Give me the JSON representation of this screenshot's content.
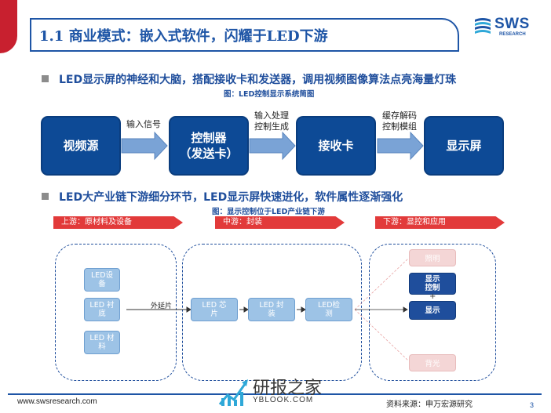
{
  "header": {
    "title": "1.1 商业模式：嵌入式软件，闪耀于LED下游",
    "logo_text": "SWS",
    "logo_subtext": "RESEARCH"
  },
  "section1": {
    "bullet": "LED显示屏的神经和大脑，搭配接收卡和发送器，调用视频图像算法点亮海量灯珠",
    "caption": "图：LED控制显示系统简图",
    "boxes": [
      {
        "line1": "视频源",
        "line2": ""
      },
      {
        "line1": "控制器",
        "line2": "（发送卡）"
      },
      {
        "line1": "接收卡",
        "line2": ""
      },
      {
        "line1": "显示屏",
        "line2": ""
      }
    ],
    "arrow_labels": [
      {
        "line1": "输入信号",
        "line2": ""
      },
      {
        "line1": "输入处理",
        "line2": "控制生成"
      },
      {
        "line1": "缓存解码",
        "line2": "控制模组"
      }
    ]
  },
  "section2": {
    "bullet": "LED大产业链下游细分环节，LED显示屏快速进化，软件属性逐渐强化",
    "caption": "图：显示控制位于LED产业链下游",
    "stages": [
      "上游：原材料及设备",
      "中游：封装",
      "下游：显控和应用"
    ],
    "upstream_nodes": [
      {
        "line1": "LED设",
        "line2": "备"
      },
      {
        "line1": "LED 衬",
        "line2": "底"
      },
      {
        "line1": "LED 材",
        "line2": "料"
      }
    ],
    "connector_label": "外延片",
    "midstream_nodes": [
      {
        "line1": "LED 芯",
        "line2": "片"
      },
      {
        "line1": "LED 封",
        "line2": "装"
      },
      {
        "line1": "LED检",
        "line2": "测"
      }
    ],
    "downstream_nodes": {
      "top": "照明",
      "control": {
        "line1": "显示",
        "line2": "控制"
      },
      "plus": "+",
      "display": "显示",
      "bottom": "背光"
    }
  },
  "footer": {
    "url": "www.swsresearch.com",
    "source": "资料来源：申万宏源研究",
    "page": "3",
    "watermark": "研报之家",
    "watermark_url": "YBLOOK.COM"
  },
  "colors": {
    "accent_blue": "#1e55a6",
    "box_blue": "#0d4a96",
    "red": "#c8202f",
    "light_blue": "#9dc3e6"
  }
}
